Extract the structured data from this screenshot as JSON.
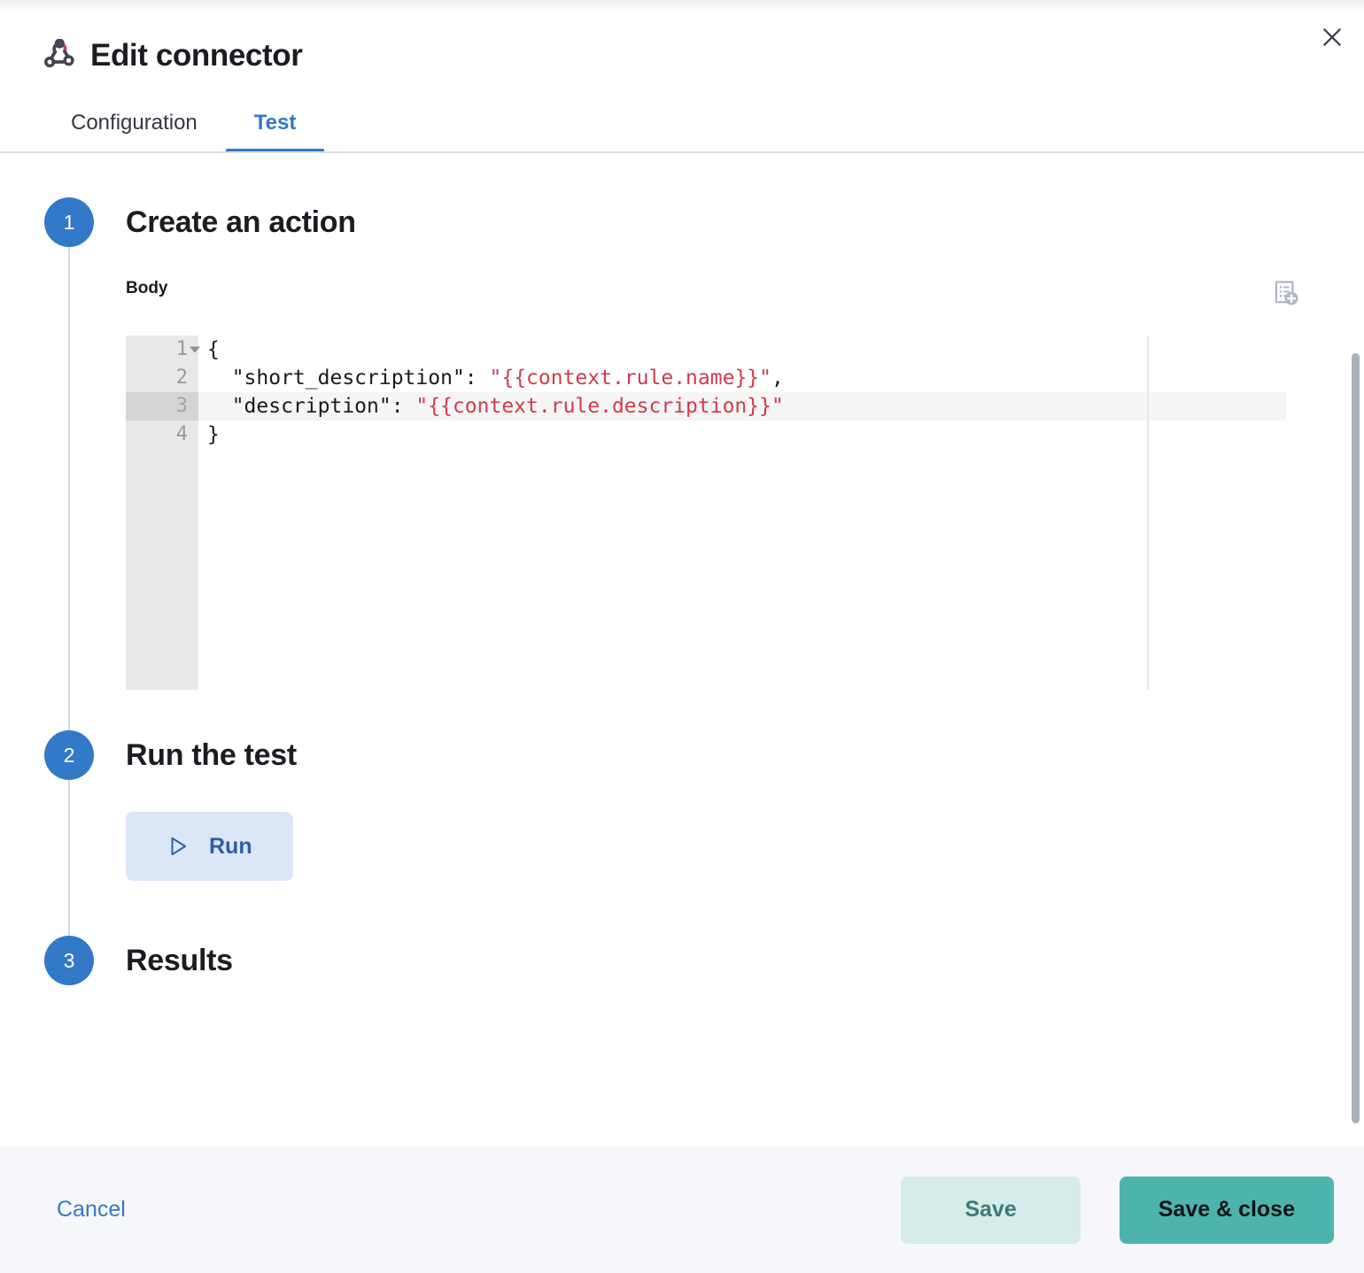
{
  "header": {
    "title": "Edit connector",
    "icon": "webhook-icon",
    "close_icon": "close-icon",
    "tabs": [
      {
        "label": "Configuration",
        "active": false
      },
      {
        "label": "Test",
        "active": true
      }
    ]
  },
  "steps": [
    {
      "number": "1",
      "title": "Create an action"
    },
    {
      "number": "2",
      "title": "Run the test"
    },
    {
      "number": "3",
      "title": "Results"
    }
  ],
  "editor": {
    "field_label": "Body",
    "add_variable_icon": "add-variable-icon",
    "language": "json",
    "active_line": 3,
    "lines": [
      {
        "number": "1",
        "foldable": true,
        "segments": [
          {
            "text": "{",
            "type": "plain"
          }
        ]
      },
      {
        "number": "2",
        "foldable": false,
        "segments": [
          {
            "text": "  \"short_description\": ",
            "type": "plain"
          },
          {
            "text": "\"{{context.rule.name}}\"",
            "type": "variable"
          },
          {
            "text": ",",
            "type": "plain"
          }
        ]
      },
      {
        "number": "3",
        "foldable": false,
        "segments": [
          {
            "text": "  \"description\": ",
            "type": "plain"
          },
          {
            "text": "\"{{context.rule.description}}\"",
            "type": "variable"
          }
        ]
      },
      {
        "number": "4",
        "foldable": false,
        "segments": [
          {
            "text": "}",
            "type": "plain"
          }
        ]
      }
    ]
  },
  "run": {
    "label": "Run",
    "icon": "play-icon"
  },
  "footer": {
    "cancel_label": "Cancel",
    "save_label": "Save",
    "save_close_label": "Save & close"
  },
  "colors": {
    "accent_blue": "#3279c8",
    "step_circle": "#3279c8",
    "run_button_bg": "#dce6f7",
    "run_button_text": "#2d5f9e",
    "save_bg": "#d5ecea",
    "save_text": "#3d7a77",
    "save_close_bg": "#4cb4ac",
    "save_close_text": "#111317",
    "footer_bg": "#f5f7fa",
    "code_variable": "#d13b4a",
    "gutter_bg": "#e8e8e8",
    "webhook_pink": "#c8456b",
    "webhook_dark": "#444452"
  }
}
